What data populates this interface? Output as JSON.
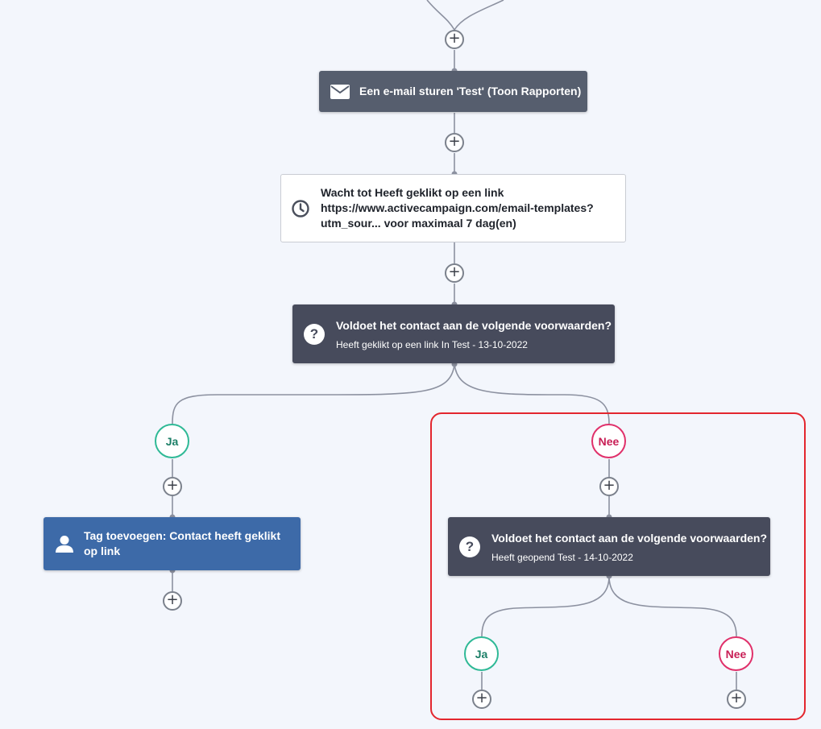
{
  "colors": {
    "background": "#f3f6fc",
    "connector": "#8c91a0",
    "email_node": "#565e6e",
    "condition_node": "#474b5c",
    "tag_node": "#3d6aa8",
    "yes_branch": "#2fb996",
    "no_branch": "#e0306a",
    "highlight": "#e3262e"
  },
  "add_step_symbol": "+",
  "nodes": {
    "email": {
      "icon": "envelope-icon",
      "title": "Een e-mail sturen 'Test' (Toon Rapporten)"
    },
    "wait": {
      "icon": "clock-icon",
      "line1": "Wacht tot Heeft geklikt op een link",
      "line2": "https://www.activecampaign.com/email-templates?",
      "line3": "utm_sour... voor maximaal 7 dag(en)"
    },
    "condition1": {
      "icon": "question-icon",
      "icon_glyph": "?",
      "title": "Voldoet het contact aan de volgende voorwaarden?",
      "subtitle": "Heeft geklikt op een link In Test - 13-10-2022"
    },
    "tag": {
      "icon": "user-icon",
      "line1": "Tag toevoegen: Contact heeft geklikt",
      "line2": "op link"
    },
    "condition2": {
      "icon": "question-icon",
      "icon_glyph": "?",
      "title": "Voldoet het contact aan de volgende voorwaarden?",
      "subtitle": "Heeft geopend Test - 14-10-2022"
    }
  },
  "branches": {
    "yes": "Ja",
    "no": "Nee"
  }
}
